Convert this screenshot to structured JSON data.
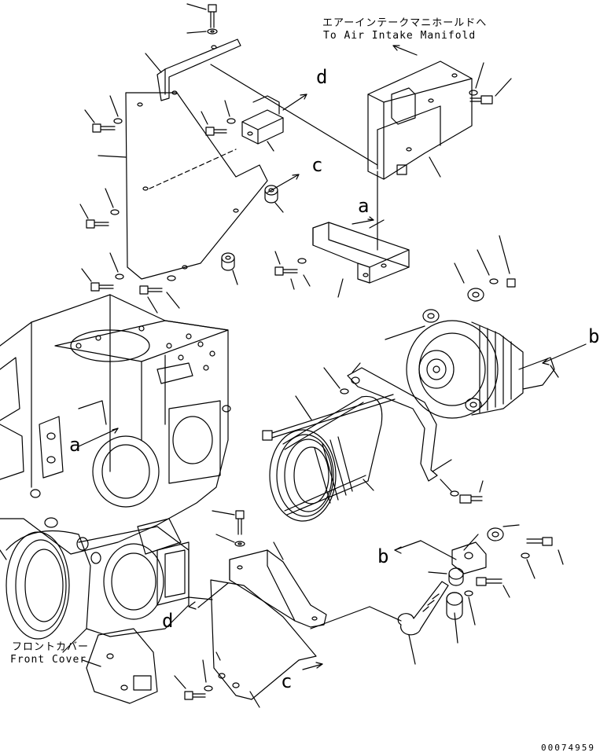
{
  "callouts": {
    "air_intake_jp": "エアーインテークマニホールドへ",
    "air_intake_en": "To Air Intake Manifold",
    "front_cover_jp": "フロントカバー",
    "front_cover_en": "Front Cover"
  },
  "refs": {
    "a_upper": "a",
    "a_lower": "a",
    "b_right": "b",
    "b_lower": "b",
    "c_upper": "c",
    "c_lower": "c",
    "d_upper": "d",
    "d_lower": "d"
  },
  "doc_number": "00074959",
  "colors": {
    "ink": "#000000",
    "paper": "#ffffff"
  }
}
